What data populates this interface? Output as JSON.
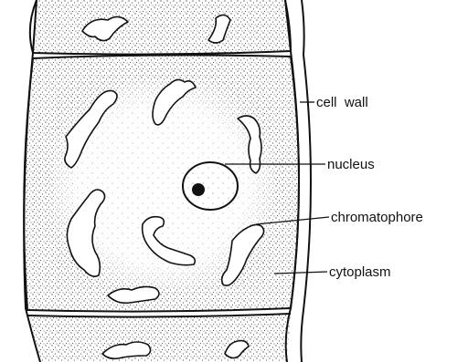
{
  "labels": {
    "cell_wall": "cell  wall",
    "nucleus": "nucleus",
    "chromatophore": "chromatophore",
    "cytoplasm": "cytoplasm"
  }
}
